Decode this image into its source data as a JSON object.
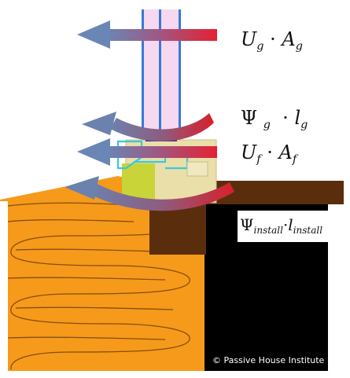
{
  "labels": {
    "glazing": {
      "main": "U",
      "sub1": "g",
      "op": "·",
      "main2": "A",
      "sub2": "g"
    },
    "glass_edge": {
      "main": "Ψ",
      "sub1": "g",
      "op": "·",
      "main2": "l",
      "sub2": "g"
    },
    "frame": {
      "main": "U",
      "sub1": "f",
      "op": "·",
      "main2": "A",
      "sub2": "f"
    },
    "installation": {
      "main": "Ψ",
      "sub1": "install",
      "op": "·",
      "main2": "l",
      "sub2": "install"
    }
  },
  "copyright": "© Passive House Institute",
  "colors": {
    "insulation": "#F59A1B",
    "insulation_lines": "#8A4E0A",
    "wall_black": "#000000",
    "sill_brown": "#5A2E0C",
    "glass_pink": "#F6D8F0",
    "glass_blue": "#3A78D8",
    "frame_beige": "#EADFA8",
    "frame_green": "#C8D438",
    "arrow_red": "#E0283A",
    "arrow_blue": "#6A82B0"
  }
}
